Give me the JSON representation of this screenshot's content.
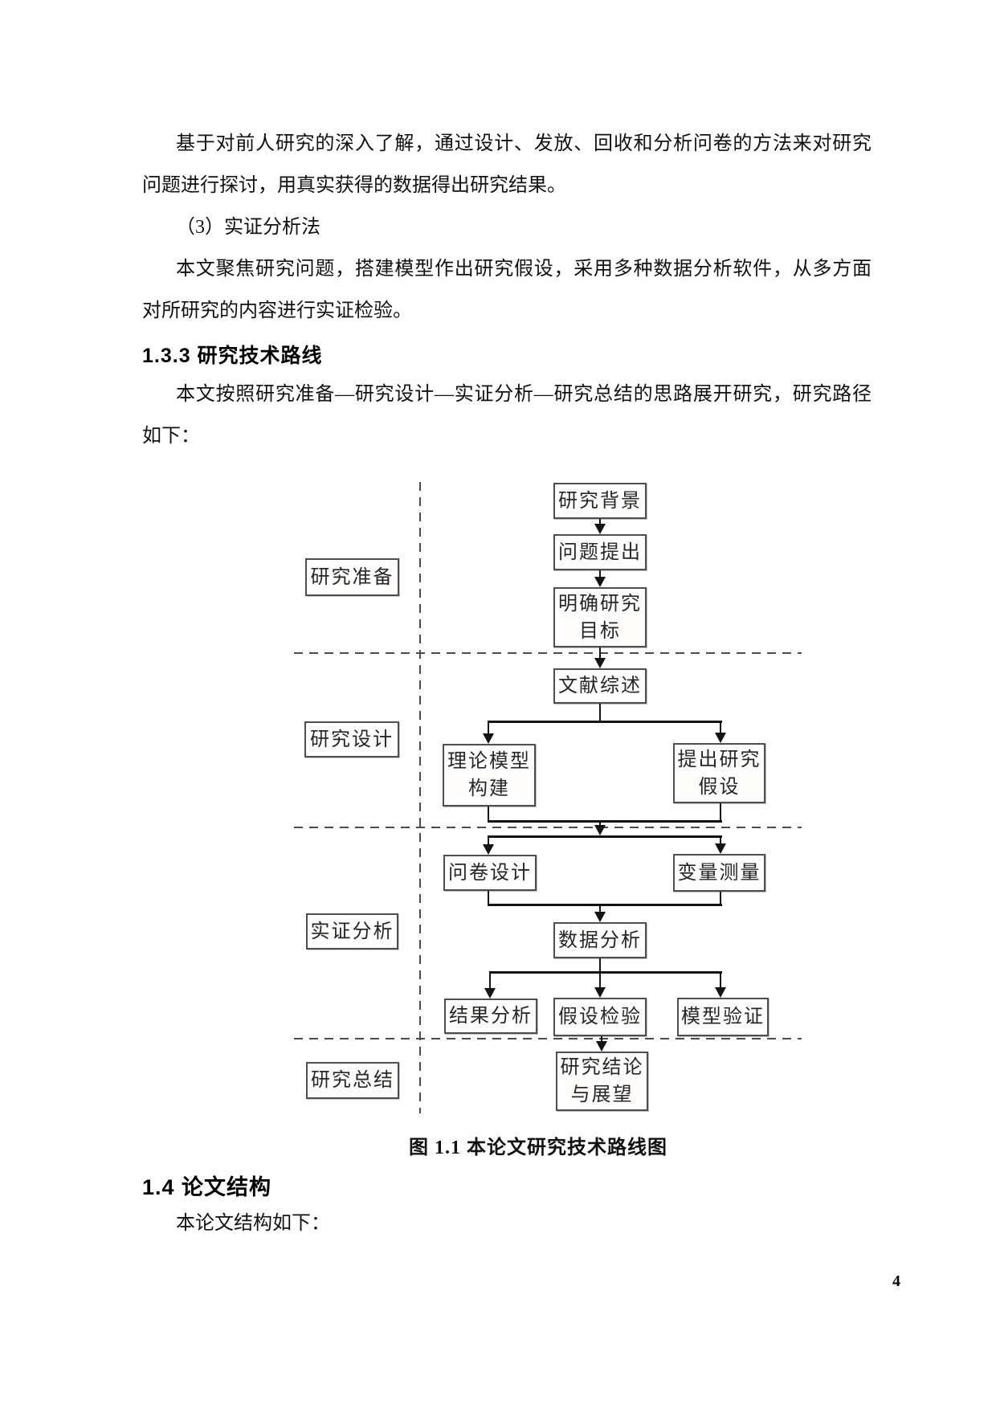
{
  "document": {
    "body_lines": [
      {
        "text": "基于对前人研究的深入了解，通过设计、发放、回收和分析问卷的方法来对研究"
      },
      {
        "text": "问题进行探讨，用真实获得的数据得出研究结果。"
      },
      {
        "text": "（3）实证分析法"
      },
      {
        "text": "本文聚焦研究问题，搭建模型作出研究假设，采用多种数据分析软件，从多方面"
      },
      {
        "text": "对所研究的内容进行实证检验。"
      },
      {
        "text": "本文按照研究准备—研究设计—实证分析—研究总结的思路展开研究，研究路径"
      },
      {
        "text": "如下："
      }
    ],
    "subsection_heading": "1.3.3 研究技术路线",
    "figure_caption": "图 1.1 本论文研究技术路线图",
    "section_heading": "1.4 论文结构",
    "closing_line": "本论文结构如下：",
    "page_number": "4"
  },
  "flowchart": {
    "stage_labels": [
      {
        "label": "研究准备"
      },
      {
        "label": "研究设计"
      },
      {
        "label": "实证分析"
      },
      {
        "label": "研究总结"
      }
    ],
    "nodes": [
      {
        "label": "研究背景"
      },
      {
        "label": "问题提出"
      },
      {
        "label": "明确研究\n目标"
      },
      {
        "label": "文献综述"
      },
      {
        "label": "理论模型\n构建"
      },
      {
        "label": "提出研究\n假设"
      },
      {
        "label": "问卷设计"
      },
      {
        "label": "变量测量"
      },
      {
        "label": "数据分析"
      },
      {
        "label": "结果分析"
      },
      {
        "label": "假设检验"
      },
      {
        "label": "模型验证"
      },
      {
        "label": "研究结论\n与展望"
      }
    ]
  }
}
